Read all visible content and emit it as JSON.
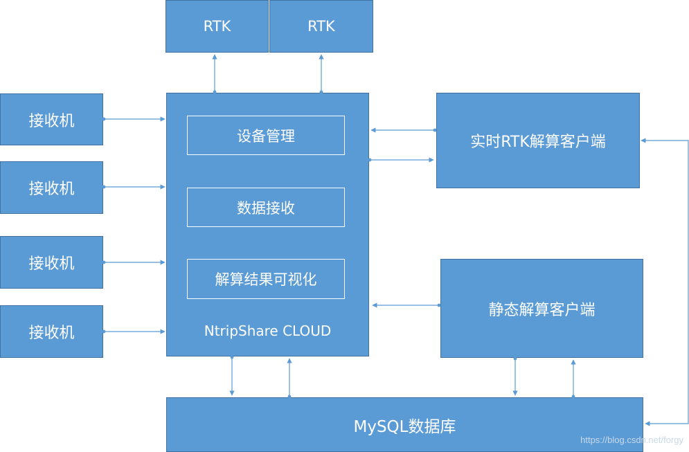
{
  "rtk_left": "RTK",
  "rtk_right": "RTK",
  "receivers": [
    "接收机",
    "接收机",
    "接收机",
    "接收机"
  ],
  "cloud": {
    "modules": [
      "设备管理",
      "数据接收",
      "解算结果可视化"
    ],
    "name": "NtripShare CLOUD"
  },
  "realtime_client": "实时RTK解算客户端",
  "static_client": "静态解算客户端",
  "database": "MySQL数据库",
  "watermark": "https://blog.csdn.net/forgy",
  "colors": {
    "box_fill": "#5b9bd5",
    "box_border": "#41719c",
    "arrow": "#5b9bd5",
    "text": "#ffffff"
  }
}
